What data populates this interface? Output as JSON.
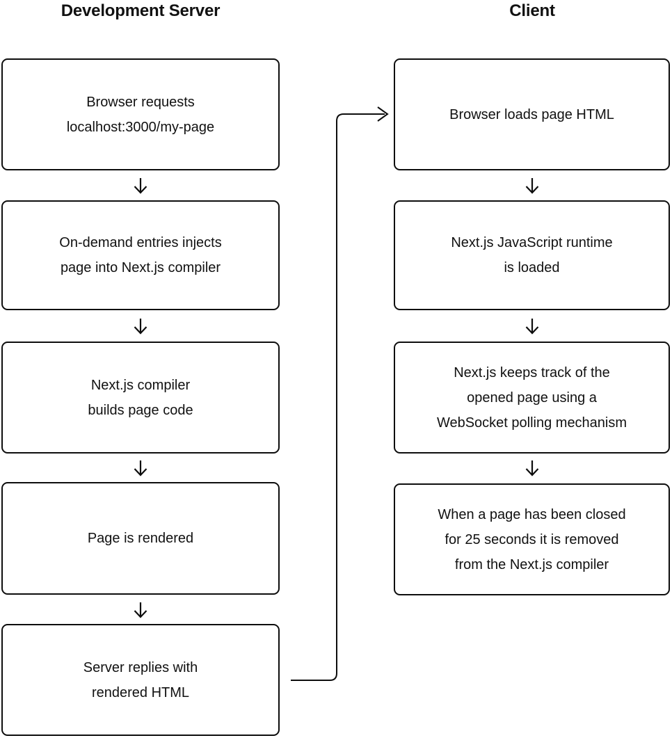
{
  "columns": [
    {
      "id": "dev-server",
      "title": "Development Server",
      "boxes": [
        {
          "lines": [
            "Browser requests",
            "localhost:3000/my-page"
          ]
        },
        {
          "lines": [
            "On-demand entries injects",
            "page into Next.js compiler"
          ]
        },
        {
          "lines": [
            "Next.js compiler",
            "builds page code"
          ]
        },
        {
          "lines": [
            "Page is rendered"
          ]
        },
        {
          "lines": [
            "Server replies with",
            "rendered HTML"
          ]
        }
      ]
    },
    {
      "id": "client",
      "title": "Client",
      "boxes": [
        {
          "lines": [
            "Browser loads page HTML"
          ]
        },
        {
          "lines": [
            "Next.js JavaScript runtime",
            "is loaded"
          ]
        },
        {
          "lines": [
            "Next.js keeps track of the",
            "opened page using a",
            "WebSocket polling mechanism"
          ]
        },
        {
          "lines": [
            "When a page has been closed",
            "for 25 seconds it is removed",
            "from the Next.js compiler"
          ]
        }
      ]
    }
  ],
  "connector": {
    "from": "Server replies with rendered HTML",
    "to": "Browser loads page HTML",
    "direction": "left-bottom-to-right-top"
  },
  "icons": {
    "down_arrow": "↓",
    "right_arrow": "→"
  },
  "colors": {
    "background": "#ffffff",
    "stroke": "#0d0d0d",
    "text": "#111111"
  }
}
